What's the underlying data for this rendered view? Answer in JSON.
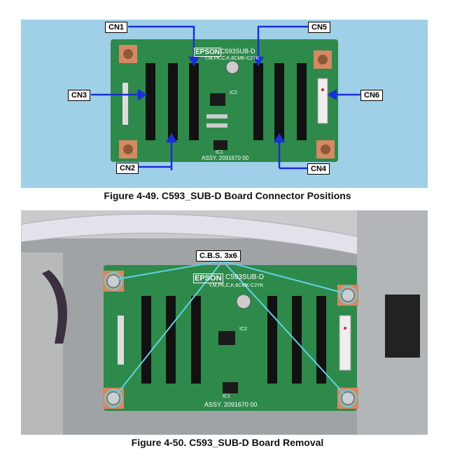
{
  "figure1": {
    "caption": "Figure 4-49. C593_SUB-D Board Connector Positions",
    "board_text": {
      "brand": "EPSON",
      "model": "C593SUB-D",
      "colors": "Y,M,PK,C,K,6CMK-C2YK",
      "assy": "ASSY. 2091670 00",
      "ic1": "IC1",
      "ic2": "IC2"
    },
    "callouts": {
      "cn1": "CN1",
      "cn2": "CN2",
      "cn3": "CN3",
      "cn4": "CN4",
      "cn5": "CN5",
      "cn6": "CN6"
    },
    "colors": {
      "background": "#9fd0e8",
      "board": "#2e8a4a",
      "arrow": "#1a2fd8"
    }
  },
  "figure2": {
    "caption": "Figure 4-50. C593_SUB-D Board Removal",
    "screw_label": "C.B.S. 3x6",
    "board_text": {
      "brand": "EPSON",
      "model": "C593SUB-D",
      "colors": "Y,M,PK,C,K,6CMK-C2YK",
      "assy": "ASSY. 2091670 00",
      "ic1": "IC1",
      "ic2": "IC2"
    },
    "colors": {
      "background": "#9fa3a6",
      "board": "#2e8a4a",
      "leader": "#5fd3e0"
    }
  }
}
